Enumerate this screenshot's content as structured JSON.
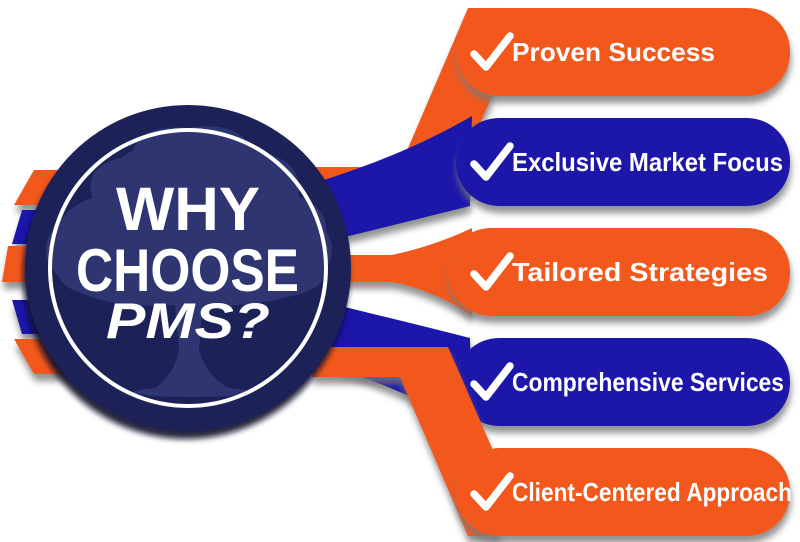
{
  "title": {
    "line1": "WHY",
    "line2": "CHOOSE",
    "line3": "PMS?"
  },
  "items": [
    {
      "label": "Proven Success",
      "icon": "check",
      "color_name": "orange",
      "color_hex": "#F2591C"
    },
    {
      "label": "Exclusive Market Focus",
      "icon": "check",
      "color_name": "blue",
      "color_hex": "#1A17A9"
    },
    {
      "label": "Tailored Strategies",
      "icon": "check",
      "color_name": "orange",
      "color_hex": "#F2591C"
    },
    {
      "label": "Comprehensive Services",
      "icon": "check",
      "color_name": "blue",
      "color_hex": "#1A17A9"
    },
    {
      "label": "Client-Centered Approach",
      "icon": "check",
      "color_name": "orange",
      "color_hex": "#F2591C"
    }
  ],
  "colors": {
    "orange": "#F2591C",
    "blue": "#1A17A9",
    "navy": "#1C2159",
    "tree": "#2E346F",
    "ring": "#FFFFFF",
    "text": "#FFFFFF",
    "shadow_gray": "#777777",
    "shadow_dark": "#0A0D28",
    "background": "#FFFFFF"
  }
}
